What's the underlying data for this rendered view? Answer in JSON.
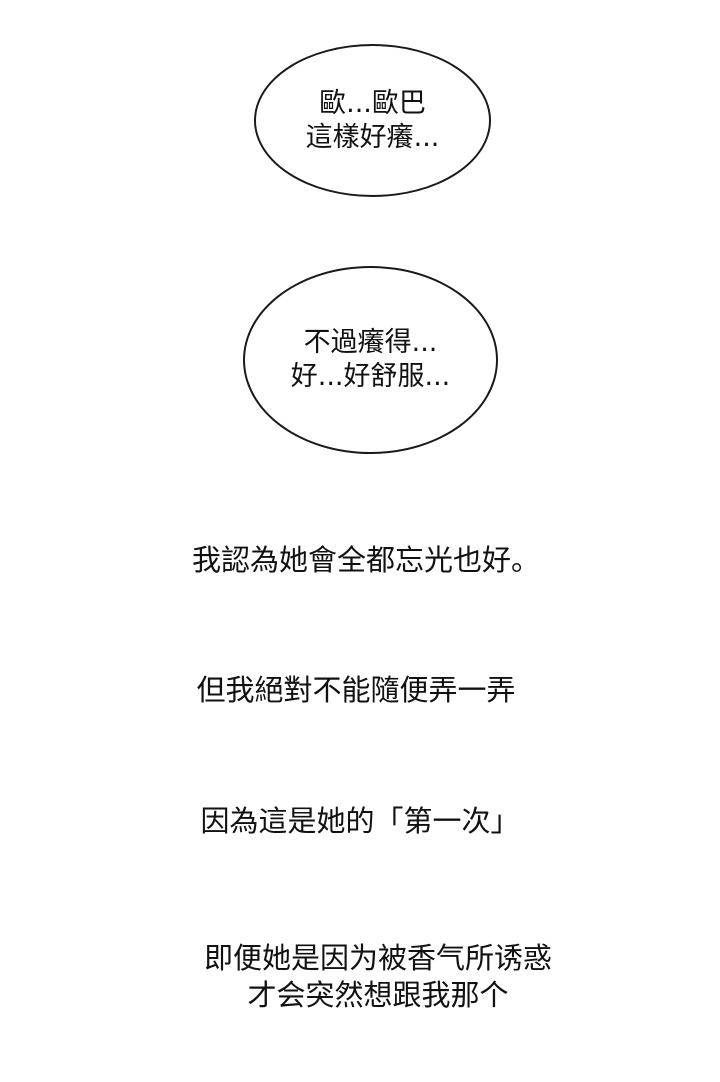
{
  "speech_bubbles": [
    {
      "lines": [
        "歐...歐巴",
        "這樣好癢..."
      ]
    },
    {
      "lines": [
        "不過癢得...",
        "好...好舒服..."
      ]
    }
  ],
  "narration": [
    {
      "lines": [
        "我認為她會全都忘光也好。"
      ]
    },
    {
      "lines": [
        "但我絕對不能隨便弄一弄"
      ]
    },
    {
      "lines": [
        "因為這是她的「第一次」"
      ]
    },
    {
      "lines": [
        "即便她是因为被香气所诱惑",
        "才会突然想跟我那个"
      ]
    }
  ],
  "colors": {
    "background": "#ffffff",
    "text": "#111111",
    "bubble_border": "#1a1a1a"
  }
}
